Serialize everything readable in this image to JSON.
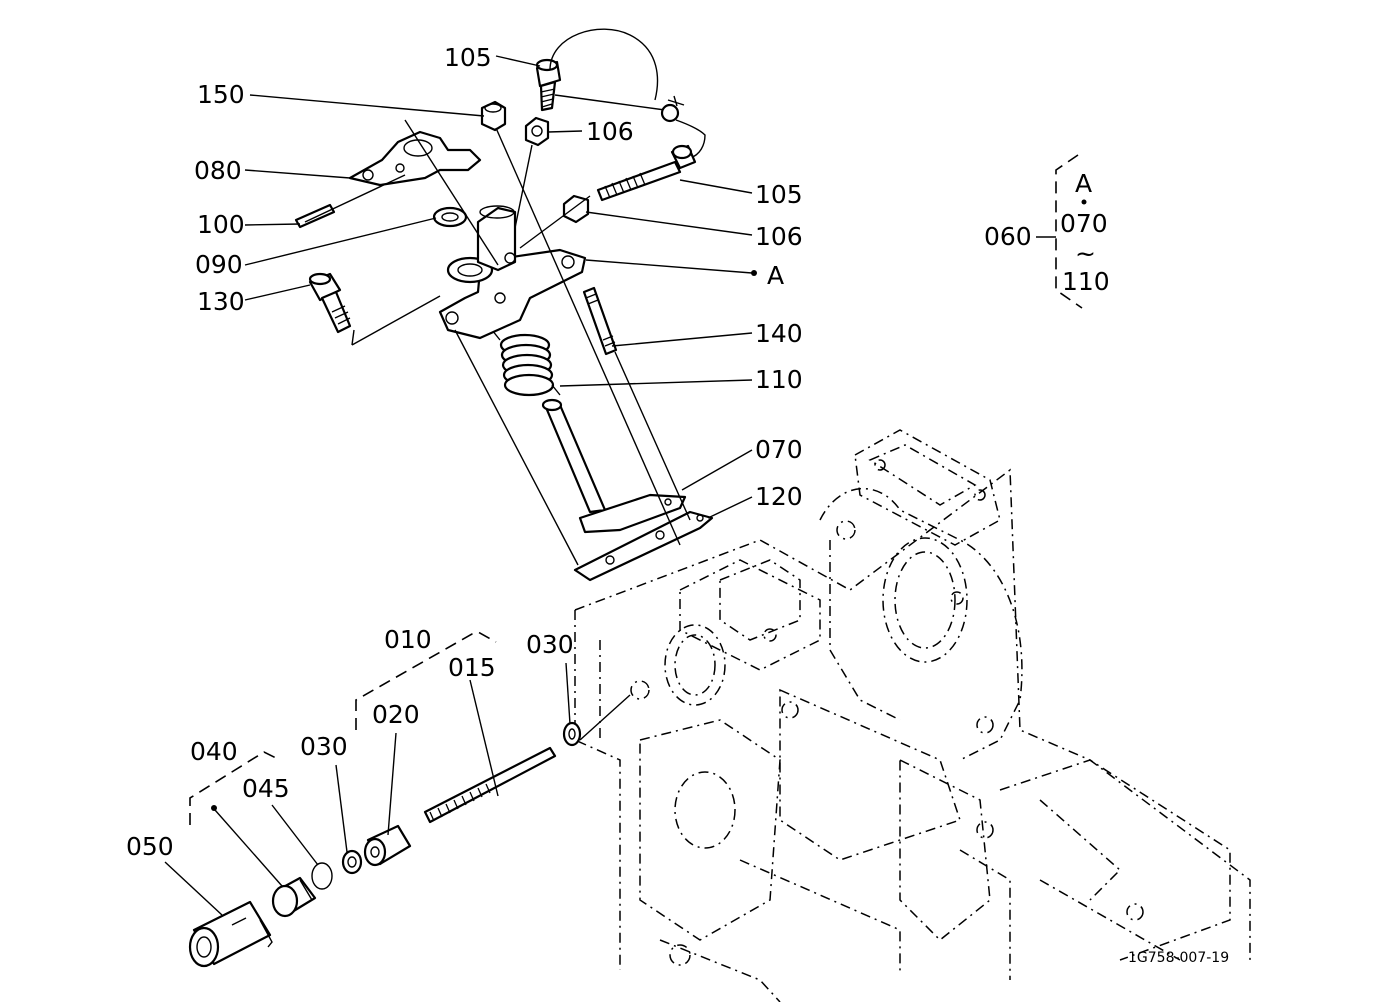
{
  "figure_code": "1G758-007-19",
  "labels": {
    "p105_top": "105",
    "p150": "150",
    "p106_top": "106",
    "p080": "080",
    "p105_right": "105",
    "p100": "100",
    "p106_right": "106",
    "p090": "090",
    "pA": "A",
    "p130": "130",
    "p140": "140",
    "p110": "110",
    "p070": "070",
    "p120": "120",
    "p010": "010",
    "p015": "015",
    "p030_right": "030",
    "p020": "020",
    "p040": "040",
    "p030_left": "030",
    "p045": "045",
    "p050": "050"
  },
  "assembly_group": {
    "label": "060",
    "items": [
      "A",
      "070",
      "110"
    ],
    "range_symbol": "~"
  }
}
